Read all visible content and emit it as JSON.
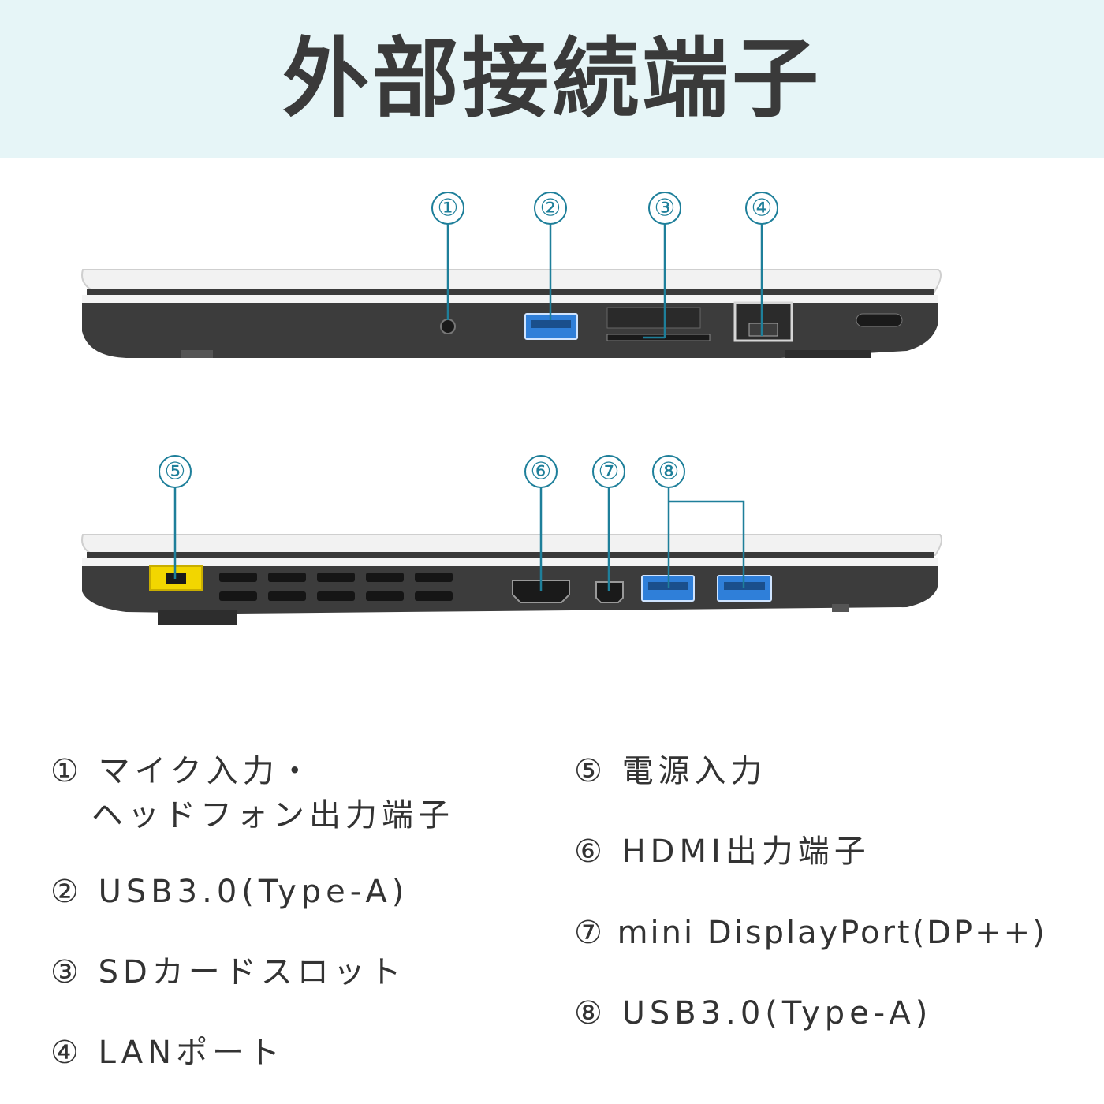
{
  "header": {
    "title": "外部接続端子"
  },
  "callouts": {
    "c1": "①",
    "c2": "②",
    "c3": "③",
    "c4": "④",
    "c5": "⑤",
    "c6": "⑥",
    "c7": "⑦",
    "c8": "⑧"
  },
  "legend": {
    "item1_line1": "① マイク入力・",
    "item1_line2": "ヘッドフォン出力端子",
    "item2": "② USB3.0(Type-A)",
    "item3": "③ SDカードスロット",
    "item4": "④ LANポート",
    "item5": "⑤ 電源入力",
    "item6": "⑥ HDMI出力端子",
    "item7": "⑦ mini DisplayPort(DP++)",
    "item8": "⑧ USB3.0(Type-A)"
  },
  "colors": {
    "header_bg": "#e6f5f7",
    "accent": "#1e7f9a",
    "usb_blue": "#2f7fd9",
    "power_yellow": "#f2d600"
  }
}
